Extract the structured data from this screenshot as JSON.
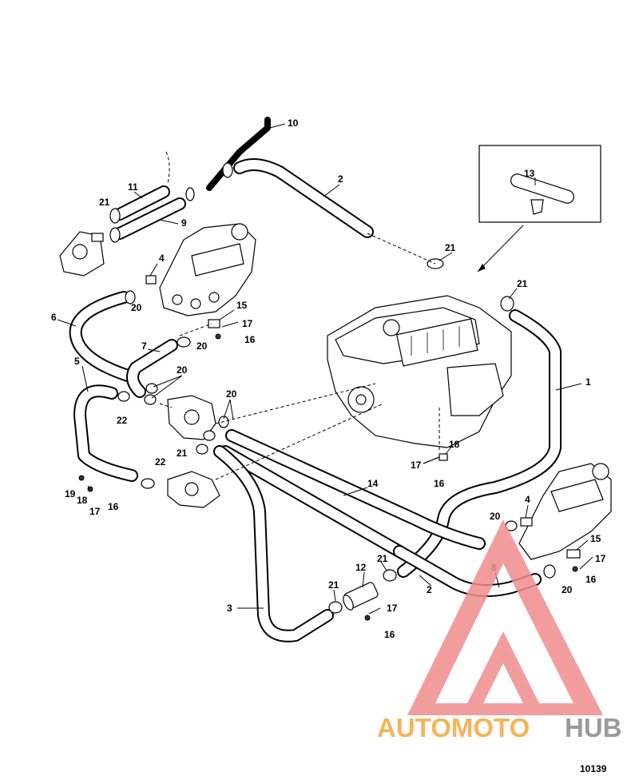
{
  "diagram": {
    "figure_number": "10139",
    "callouts": {
      "c1": "1",
      "c2a": "2",
      "c2b": "2",
      "c3": "3",
      "c4a": "4",
      "c4b": "4",
      "c5": "5",
      "c6": "6",
      "c7": "7",
      "c8": "8",
      "c9": "9",
      "c10": "10",
      "c11": "11",
      "c12": "12",
      "c13": "13",
      "c14": "14",
      "c15a": "15",
      "c15b": "15",
      "c16a": "16",
      "c16b": "16",
      "c16c": "16",
      "c16d": "16",
      "c16e": "16",
      "c17a": "17",
      "c17b": "17",
      "c17c": "17",
      "c17d": "17",
      "c17e": "17",
      "c18a": "18",
      "c18b": "18",
      "c19": "19",
      "c20a": "20",
      "c20b": "20",
      "c20c": "20",
      "c20d": "20",
      "c20e": "20",
      "c20f": "20",
      "c21a": "21",
      "c21b": "21",
      "c21c": "21",
      "c21d": "21",
      "c21e": "21",
      "c21f": "21",
      "c22a": "22",
      "c22b": "22"
    }
  },
  "watermark": {
    "text_part1": "AUTOMOTO",
    "text_part2": "HUB",
    "colors": {
      "accent": "#f08c8c",
      "orange": "#f5a83c",
      "gray": "#8a8a8a"
    }
  }
}
